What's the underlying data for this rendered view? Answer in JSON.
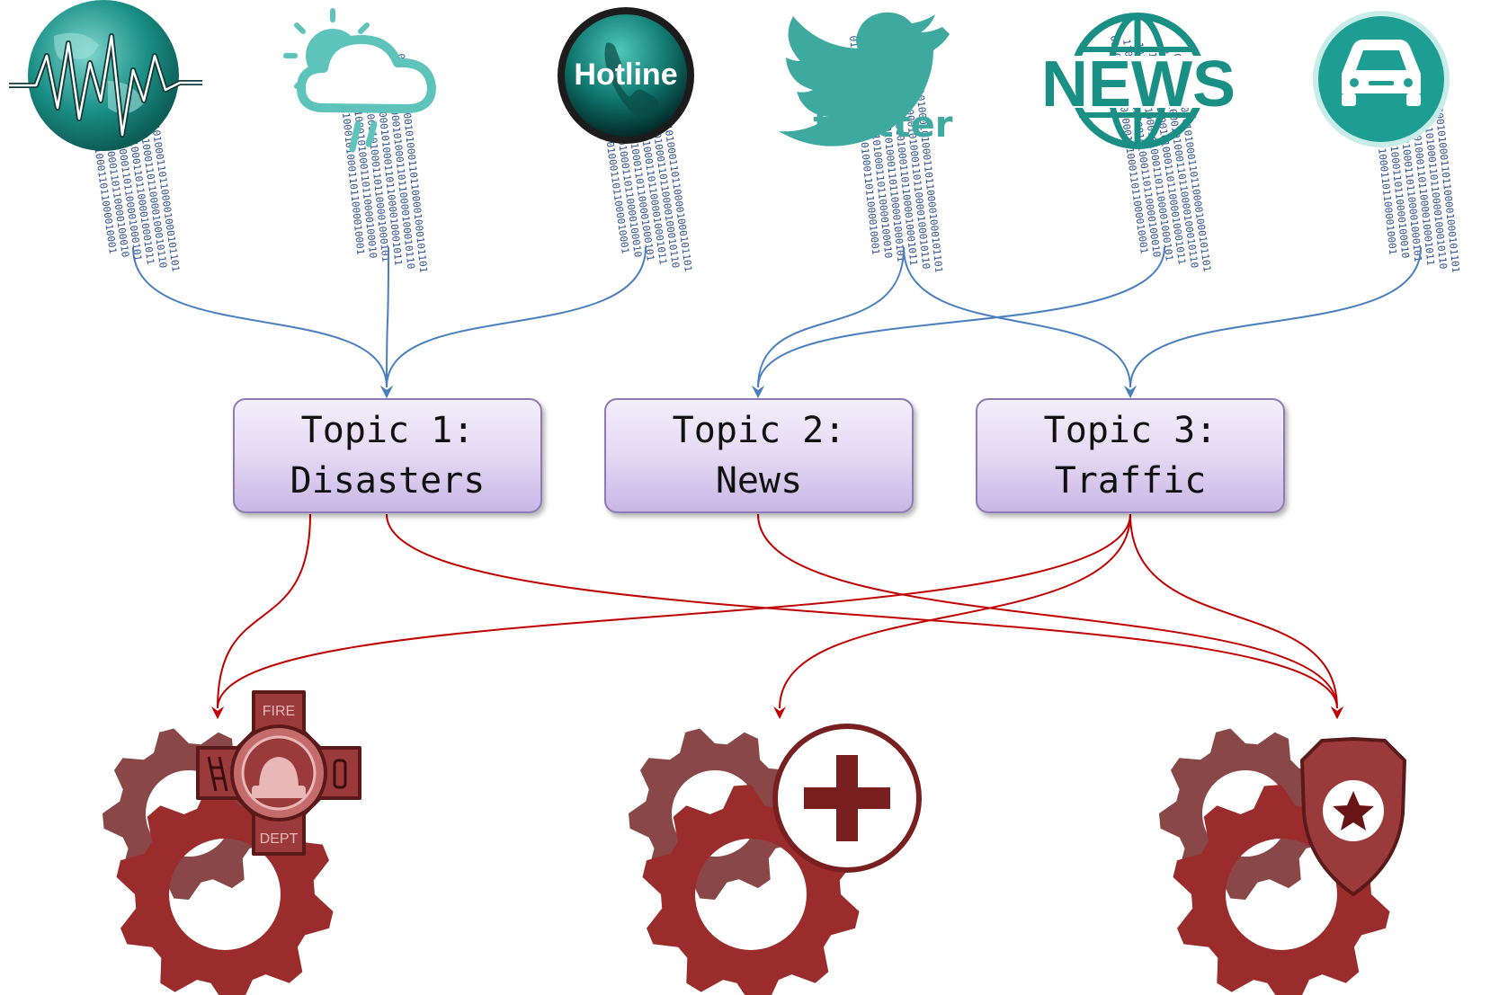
{
  "sources": [
    {
      "id": "seismic",
      "icon": "earthquake-globe-icon"
    },
    {
      "id": "weather",
      "icon": "weather-cloud-icon"
    },
    {
      "id": "hotline",
      "icon": "hotline-phone-icon",
      "label": "Hotline"
    },
    {
      "id": "twitter",
      "icon": "twitter-bird-icon",
      "label": "twitter"
    },
    {
      "id": "news",
      "icon": "news-globe-icon",
      "label": "NEWS"
    },
    {
      "id": "traffic",
      "icon": "car-icon"
    }
  ],
  "binary_stream_text": "0110100011010100010100011011000010001",
  "topics": [
    {
      "id": "topic1",
      "line1": "Topic 1:",
      "line2": "Disasters"
    },
    {
      "id": "topic2",
      "line1": "Topic 2:",
      "line2": "News"
    },
    {
      "id": "topic3",
      "line1": "Topic 3:",
      "line2": "Traffic"
    }
  ],
  "subscribers": [
    {
      "id": "fire",
      "icon": "fire-department-badge-icon",
      "badge_top": "FIRE",
      "badge_bottom": "DEPT"
    },
    {
      "id": "medical",
      "icon": "medical-cross-icon"
    },
    {
      "id": "police",
      "icon": "police-shield-icon"
    }
  ],
  "source_to_topic": [
    {
      "from": "seismic",
      "to": "topic1"
    },
    {
      "from": "weather",
      "to": "topic1"
    },
    {
      "from": "hotline",
      "to": "topic1"
    },
    {
      "from": "twitter",
      "to": "topic2"
    },
    {
      "from": "twitter",
      "to": "topic3"
    },
    {
      "from": "news",
      "to": "topic2"
    },
    {
      "from": "traffic",
      "to": "topic3"
    }
  ],
  "topic_to_subscriber": [
    {
      "from": "topic1",
      "to": "fire"
    },
    {
      "from": "topic1",
      "to": "police"
    },
    {
      "from": "topic2",
      "to": "police"
    },
    {
      "from": "topic3",
      "to": "fire"
    },
    {
      "from": "topic3",
      "to": "medical"
    },
    {
      "from": "topic3",
      "to": "police"
    }
  ],
  "colors": {
    "teal": "#1a8f86",
    "teal_light": "#5ec4bb",
    "binary_blue": "#2f4f8f",
    "edge_blue": "#4a7fbf",
    "edge_red": "#c00000",
    "gear_dark": "#9b2c2c",
    "gear_light": "#8a4747",
    "badge_dark": "#7a1f1f",
    "topic_border": "#8e7bb3"
  }
}
